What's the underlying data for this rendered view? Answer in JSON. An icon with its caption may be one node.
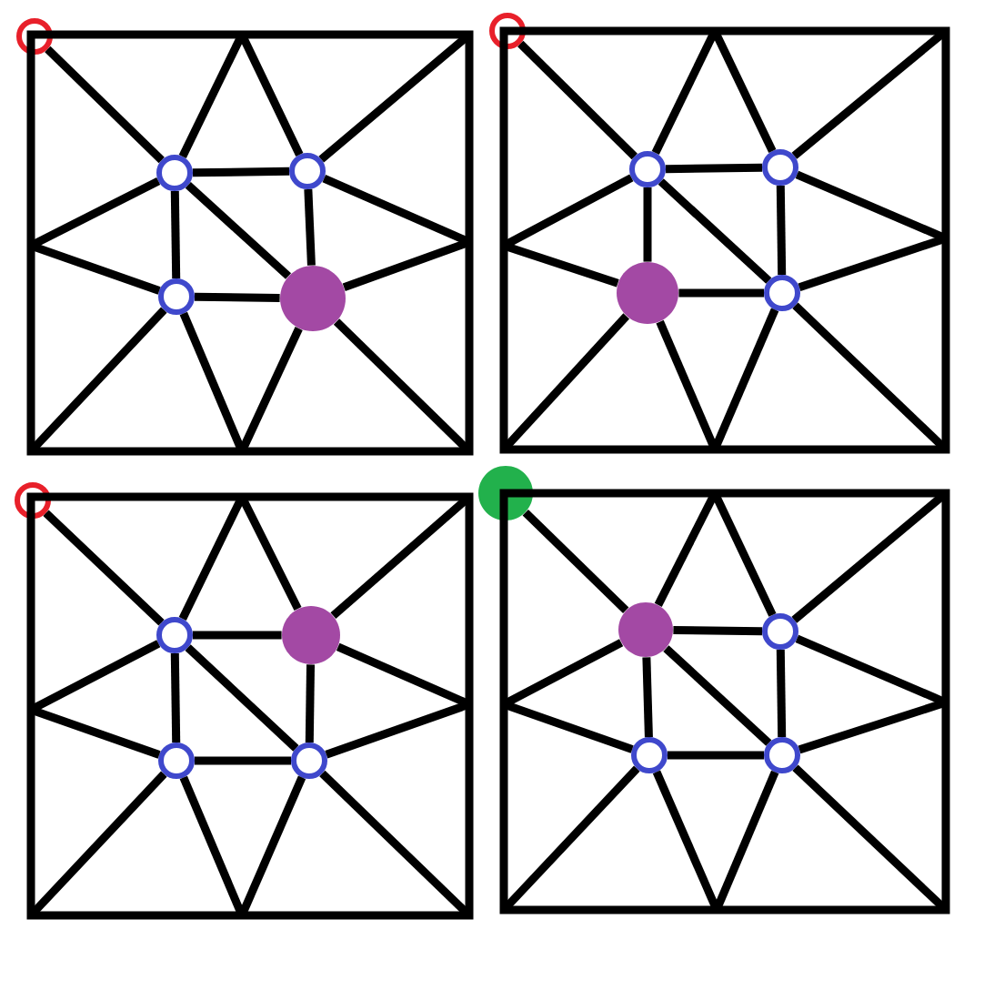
{
  "diagram": {
    "nodes": [
      {
        "text": [],
        "shape": "ring"
      },
      {
        "text": [],
        "shape": "ring"
      },
      {
        "text": [],
        "shape": "ring"
      },
      {
        "text": [],
        "shape": "ring"
      },
      {
        "text": [],
        "shape": "circle"
      },
      {
        "text": [],
        "shape": "ring"
      },
      {
        "text": [],
        "shape": "ring"
      },
      {
        "text": [],
        "shape": "ring"
      },
      {
        "text": [],
        "shape": "circle"
      },
      {
        "text": [],
        "shape": "ring"
      },
      {
        "text": [],
        "shape": "ring"
      },
      {
        "text": [],
        "shape": "ring"
      },
      {
        "text": [],
        "shape": "circle"
      },
      {
        "text": [],
        "shape": "ring"
      },
      {
        "text": [],
        "shape": "ring"
      },
      {
        "text": [],
        "shape": "circle"
      },
      {
        "text": [],
        "shape": "circle"
      },
      {
        "text": [],
        "shape": "ring"
      },
      {
        "text": [],
        "shape": "ring"
      },
      {
        "text": [],
        "shape": "ring"
      }
    ],
    "edges": [
      {
        "from": 0,
        "to": 1,
        "arrow": "none"
      },
      {
        "from": 1,
        "to": 2,
        "arrow": "none"
      },
      {
        "from": 1,
        "to": 3,
        "arrow": "none"
      },
      {
        "from": 2,
        "to": 4,
        "arrow": "none"
      },
      {
        "from": 3,
        "to": 4,
        "arrow": "none"
      },
      {
        "from": 1,
        "to": 4,
        "arrow": "none"
      },
      {
        "from": 5,
        "to": 6,
        "arrow": "none"
      },
      {
        "from": 6,
        "to": 7,
        "arrow": "none"
      },
      {
        "from": 6,
        "to": 8,
        "arrow": "none"
      },
      {
        "from": 7,
        "to": 9,
        "arrow": "none"
      },
      {
        "from": 8,
        "to": 9,
        "arrow": "none"
      },
      {
        "from": 6,
        "to": 9,
        "arrow": "none"
      },
      {
        "from": 10,
        "to": 11,
        "arrow": "none"
      },
      {
        "from": 11,
        "to": 12,
        "arrow": "none"
      },
      {
        "from": 11,
        "to": 13,
        "arrow": "none"
      },
      {
        "from": 12,
        "to": 14,
        "arrow": "none"
      },
      {
        "from": 13,
        "to": 14,
        "arrow": "none"
      },
      {
        "from": 11,
        "to": 14,
        "arrow": "none"
      },
      {
        "from": 15,
        "to": 16,
        "arrow": "none"
      },
      {
        "from": 16,
        "to": 17,
        "arrow": "none"
      },
      {
        "from": 16,
        "to": 18,
        "arrow": "none"
      },
      {
        "from": 17,
        "to": 19,
        "arrow": "none"
      },
      {
        "from": 18,
        "to": 19,
        "arrow": "none"
      },
      {
        "from": 16,
        "to": 19,
        "arrow": "none"
      }
    ]
  }
}
